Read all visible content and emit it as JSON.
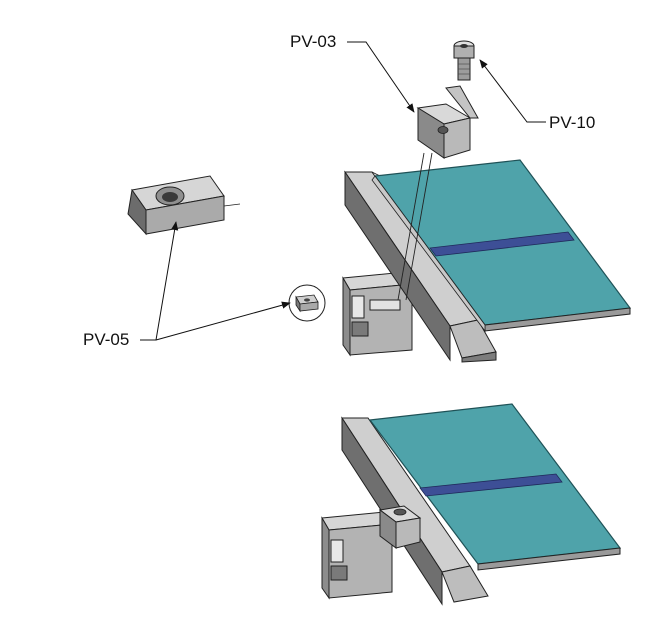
{
  "labels": {
    "pv03": "PV-03",
    "pv10": "PV-10",
    "pv05": "PV-05"
  },
  "colors": {
    "panel": "#4fa3aa",
    "panel_edge": "#1f5257",
    "seam": "#3d4f96",
    "metal_light": "#c8c8c8",
    "metal_mid": "#9a9a9a",
    "metal_dark": "#5e5e5e",
    "outline": "#222222",
    "leader": "#111111"
  }
}
